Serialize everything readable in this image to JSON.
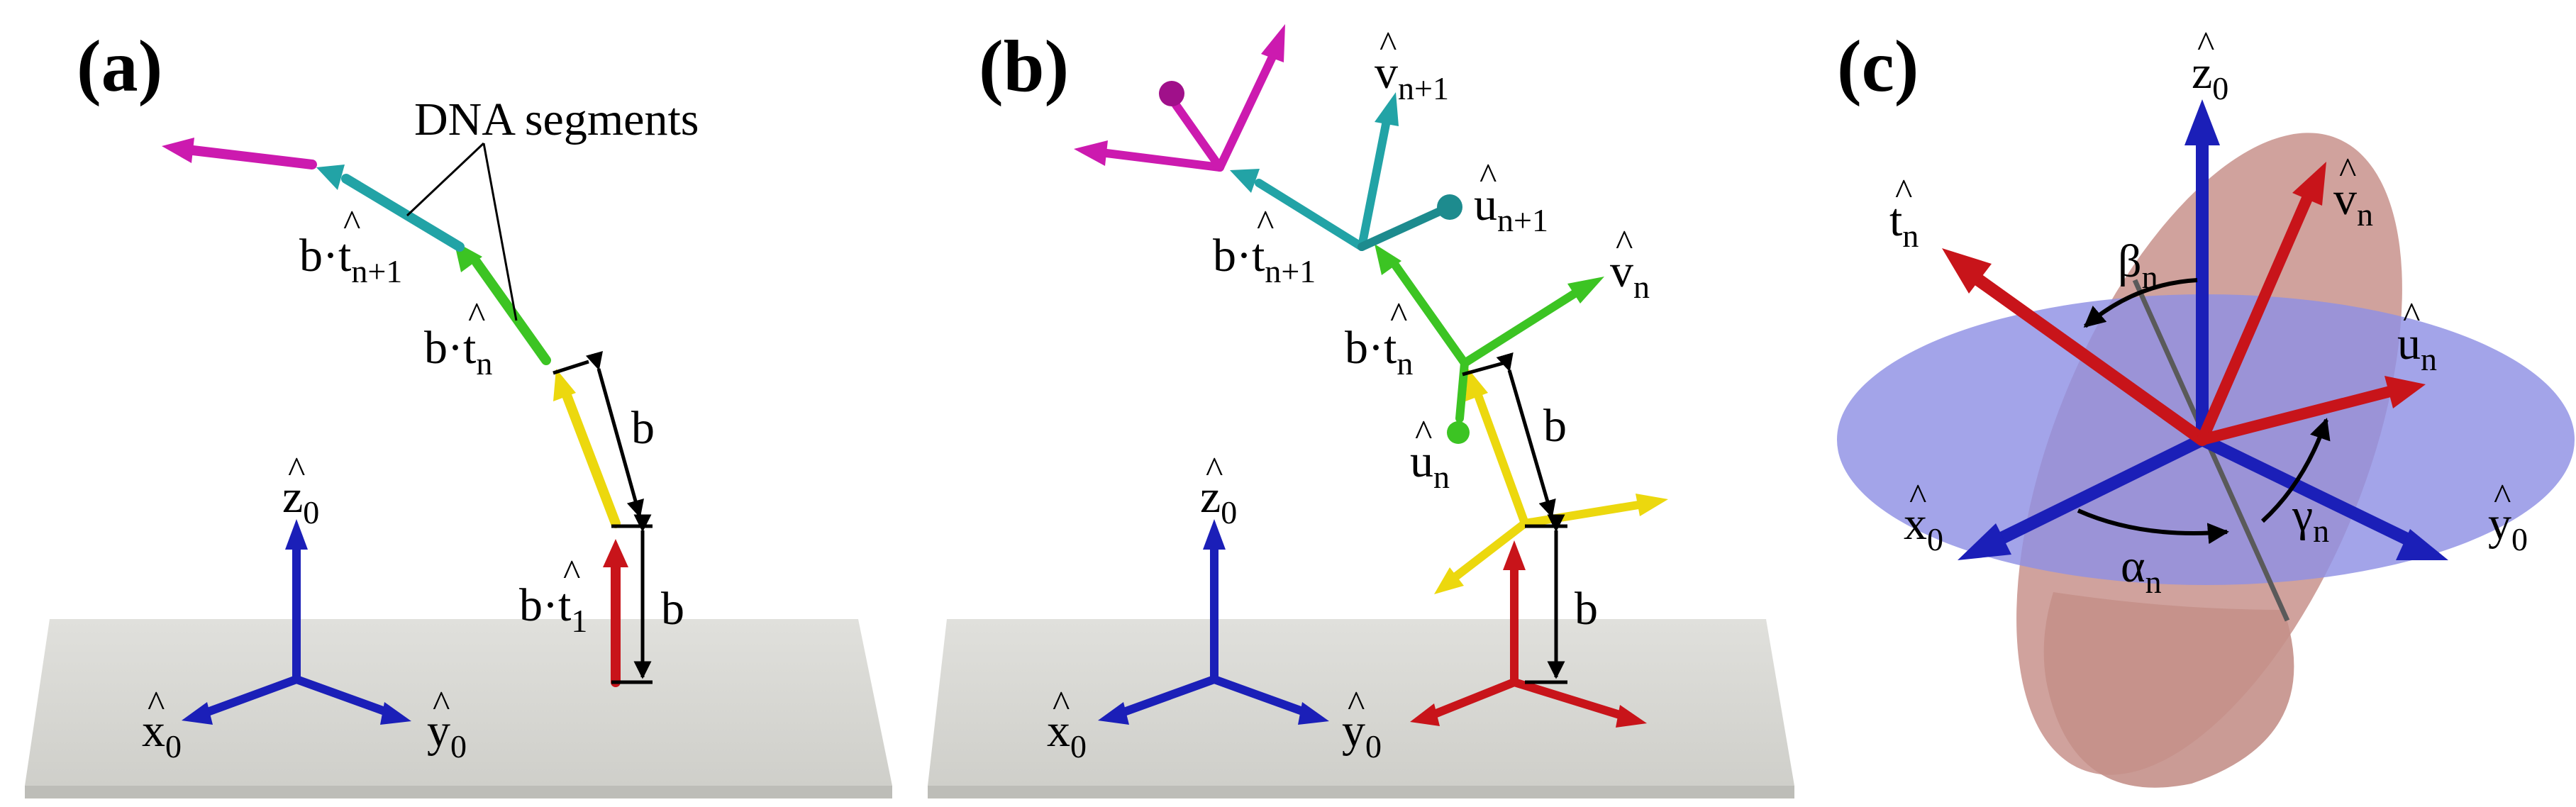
{
  "panels": {
    "a": {
      "label": "(a)",
      "annotation": "DNA segments",
      "z_axis": {
        "base": "z",
        "sub": "0"
      },
      "x_axis": {
        "base": "x",
        "sub": "0"
      },
      "y_axis": {
        "base": "y",
        "sub": "0"
      },
      "t_n1": {
        "prefix": "b·",
        "base": "t",
        "sub": "n+1"
      },
      "t_n": {
        "prefix": "b·",
        "base": "t",
        "sub": "n"
      },
      "t_1": {
        "prefix": "b·",
        "base": "t",
        "sub": "1"
      },
      "b_upper": "b",
      "b_lower": "b"
    },
    "b": {
      "label": "(b)",
      "v_n1": {
        "base": "v",
        "sub": "n+1"
      },
      "u_n1": {
        "base": "u",
        "sub": "n+1"
      },
      "t_n1": {
        "prefix": "b·",
        "base": "t",
        "sub": "n+1"
      },
      "v_n": {
        "base": "v",
        "sub": "n"
      },
      "t_n": {
        "prefix": "b·",
        "base": "t",
        "sub": "n"
      },
      "u_n": {
        "base": "u",
        "sub": "n"
      },
      "z_axis": {
        "base": "z",
        "sub": "0"
      },
      "x_axis": {
        "base": "x",
        "sub": "0"
      },
      "y_axis": {
        "base": "y",
        "sub": "0"
      },
      "b_upper": "b",
      "b_lower": "b"
    },
    "c": {
      "label": "(c)",
      "z_axis": {
        "base": "z",
        "sub": "0"
      },
      "t_n": {
        "base": "t",
        "sub": "n"
      },
      "v_n": {
        "base": "v",
        "sub": "n"
      },
      "u_n": {
        "base": "u",
        "sub": "n"
      },
      "x_axis": {
        "base": "x",
        "sub": "0"
      },
      "y_axis": {
        "base": "y",
        "sub": "0"
      },
      "beta": {
        "base": "β",
        "sub": "n"
      },
      "gamma": {
        "base": "γ",
        "sub": "n"
      },
      "alpha": {
        "base": "α",
        "sub": "n"
      }
    }
  },
  "hat_symbol": "^",
  "colors": {
    "red": "#c8141a",
    "blue": "#1b1fb8",
    "yellow": "#ecd80e",
    "green": "#3cc423",
    "cyan": "#22a3a6",
    "magenta": "#cc1aaf",
    "floor": "#d8d8d4",
    "disk_blue": "#9a9be8",
    "disk_pink": "#c8928c"
  }
}
